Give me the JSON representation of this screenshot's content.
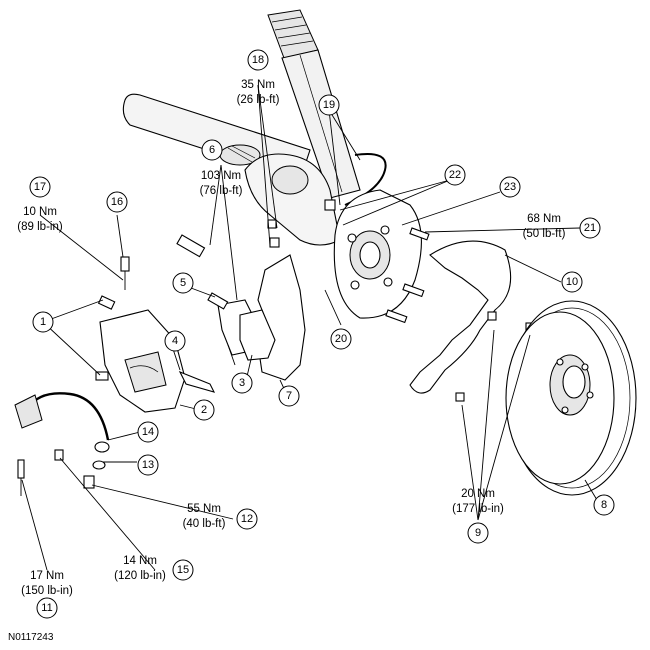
{
  "figure_id": "N0117243",
  "callouts": {
    "c1": "1",
    "c2": "2",
    "c3": "3",
    "c4": "4",
    "c5": "5",
    "c6": "6",
    "c7": "7",
    "c8": "8",
    "c9": "9",
    "c10": "10",
    "c11": "11",
    "c12": "12",
    "c13": "13",
    "c14": "14",
    "c15": "15",
    "c16": "16",
    "c17": "17",
    "c18": "18",
    "c19": "19",
    "c20": "20",
    "c21": "21",
    "c22": "22",
    "c23": "23"
  },
  "torques": {
    "t18": {
      "nm": "35 Nm",
      "imperial": "(26 lb-ft)"
    },
    "t6": {
      "nm": "103 Nm",
      "imperial": "(76 lb-ft)"
    },
    "t17": {
      "nm": "10 Nm",
      "imperial": "(89 lb-in)"
    },
    "t21": {
      "nm": "68 Nm",
      "imperial": "(50 lb-ft)"
    },
    "t12": {
      "nm": "55 Nm",
      "imperial": "(40 lb-ft)"
    },
    "t15": {
      "nm": "14 Nm",
      "imperial": "(120 lb-in)"
    },
    "t11": {
      "nm": "17 Nm",
      "imperial": "(150 lb-in)"
    },
    "t9": {
      "nm": "20 Nm",
      "imperial": "(177 lb-in)"
    }
  }
}
